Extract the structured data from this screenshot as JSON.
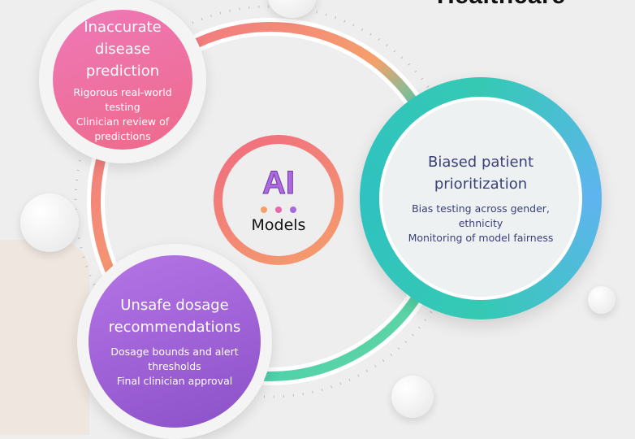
{
  "header": {
    "title": "Healthcare"
  },
  "center": {
    "logo": "AI",
    "label": "Models",
    "dot_colors": [
      "#f5a06b",
      "#e868a8",
      "#a66ae0"
    ]
  },
  "cards": [
    {
      "title": "Inaccurate disease prediction",
      "lines": [
        "Rigorous real-world testing",
        "Clinician review of predictions"
      ],
      "color": "#ec6aa0"
    },
    {
      "title": "Biased patient prioritization",
      "lines": [
        "Bias testing across gender, ethnicity",
        "Monitoring of model fairness"
      ],
      "color": "#35c9b4"
    },
    {
      "title": "Unsafe dosage recommendations",
      "lines": [
        "Dosage bounds and alert thresholds",
        "Final clinician approval"
      ],
      "color": "#9b5fd6"
    }
  ]
}
